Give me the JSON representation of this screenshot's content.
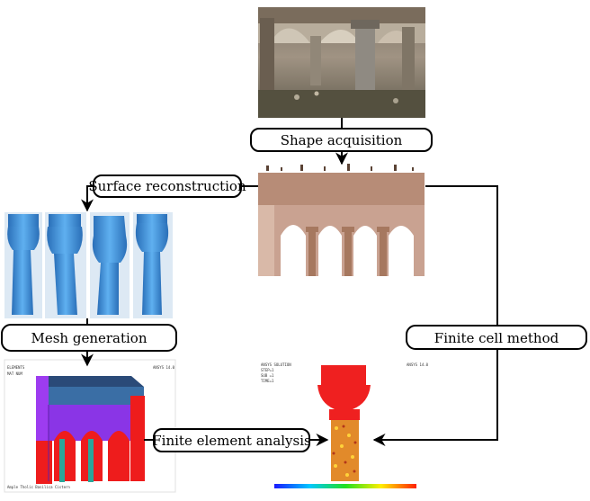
{
  "steps": {
    "shape_acquisition": "Shape acquisition",
    "surface_reconstruction": "Surface reconstruction",
    "mesh_generation": "Mesh generation",
    "finite_cell_method": "Finite cell method",
    "finite_element_analysis": "Finite element analysis"
  },
  "colors": {
    "photo_sky": "#c9c1b2",
    "stone": "#9a8f80",
    "column_blue": "#3d8fd4",
    "mesh_purple": "#8a35e6",
    "mesh_red": "#ee1c1c",
    "mesh_teal": "#2aa69a",
    "fcm_red": "#ef2020",
    "fcm_orange": "#e28a2a"
  }
}
